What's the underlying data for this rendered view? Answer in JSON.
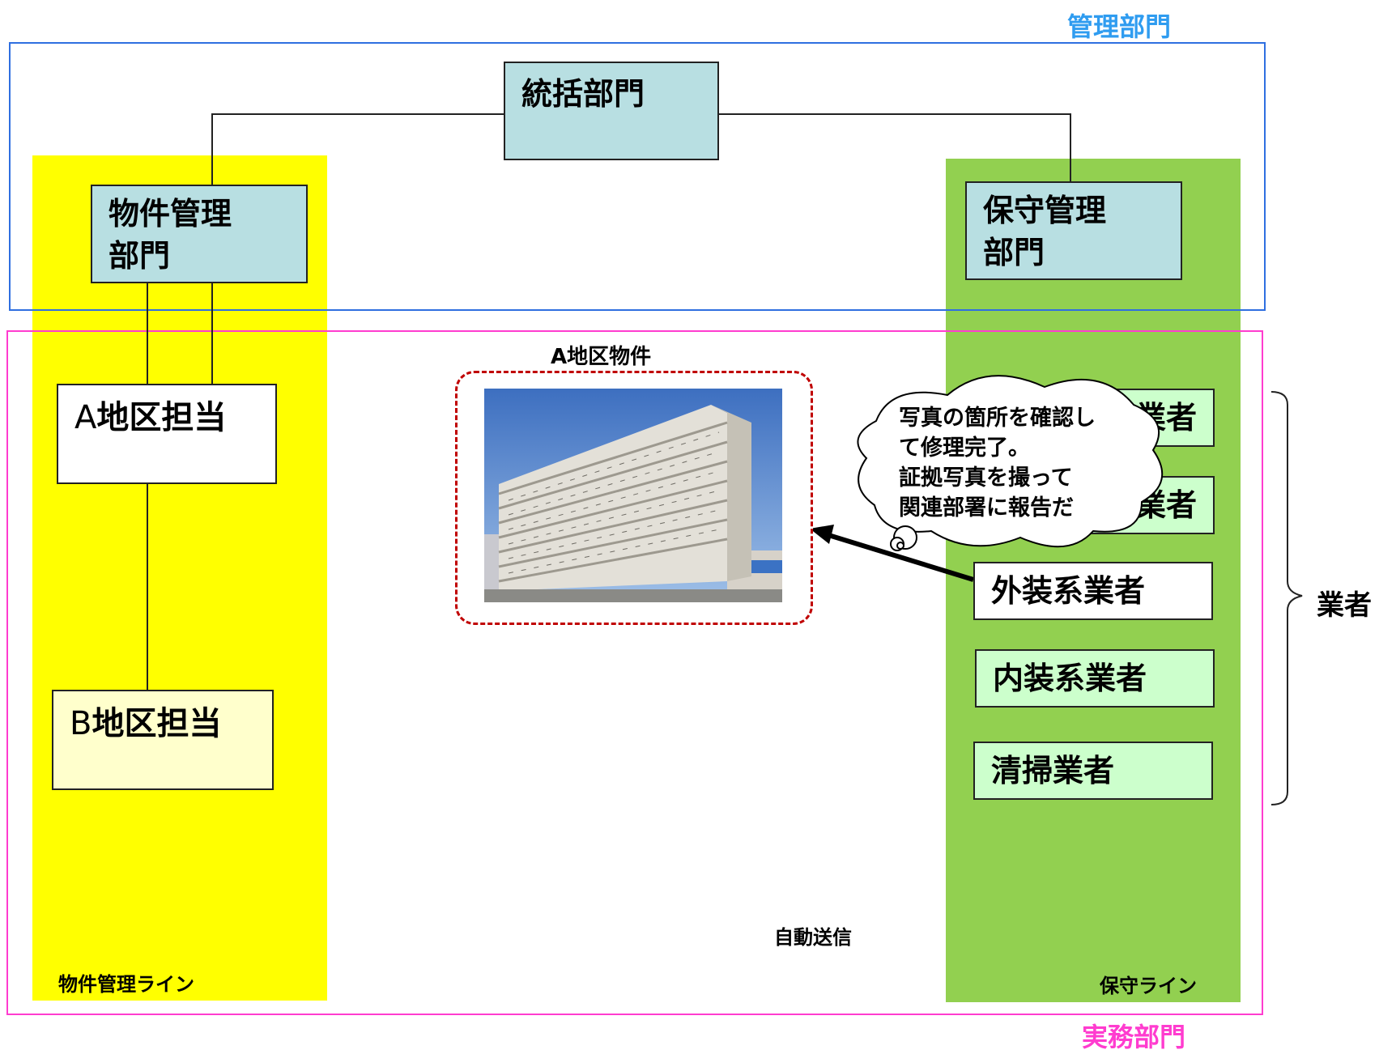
{
  "regions": {
    "management": "管理部門",
    "operations": "実務部門"
  },
  "lanes": {
    "property_line": "物件管理ライン",
    "maintenance_line": "保守ライン"
  },
  "boxes": {
    "hq": "統括部門",
    "property_dept_line1": "物件管理",
    "property_dept_line2": "部門",
    "maintenance_dept_line1": "保守管理",
    "maintenance_dept_line2": "部門",
    "a_area_letter": "A",
    "a_area_rest": "地区担当",
    "b_area_letter": "B",
    "b_area_rest": "地区担当"
  },
  "vendors": {
    "label": "業者",
    "items": [
      {
        "label": "業者",
        "visible_text": "業者"
      },
      {
        "label": "業者",
        "visible_text": "業者"
      },
      {
        "label": "外装系業者"
      },
      {
        "label": "内装系業者"
      },
      {
        "label": "清掃業者"
      }
    ]
  },
  "property_photo": {
    "title": "A地区物件"
  },
  "callout": {
    "line1": "写真の箇所を確認し",
    "line2": "て修理完了。",
    "line3": "証拠写真を撮って",
    "line4": "関連部署に報告だ"
  },
  "misc": {
    "auto_send": "自動送信"
  },
  "colors": {
    "management_frame": "#2f6fe0",
    "management_label": "#2f9cf0",
    "operations_frame": "#ff3ccf",
    "property_lane": "#ffff00",
    "maintenance_lane": "#92d050",
    "dept_box": "#b8dfe2",
    "vendor_box": "#ccffcc",
    "photo_frame": "#c00000"
  }
}
